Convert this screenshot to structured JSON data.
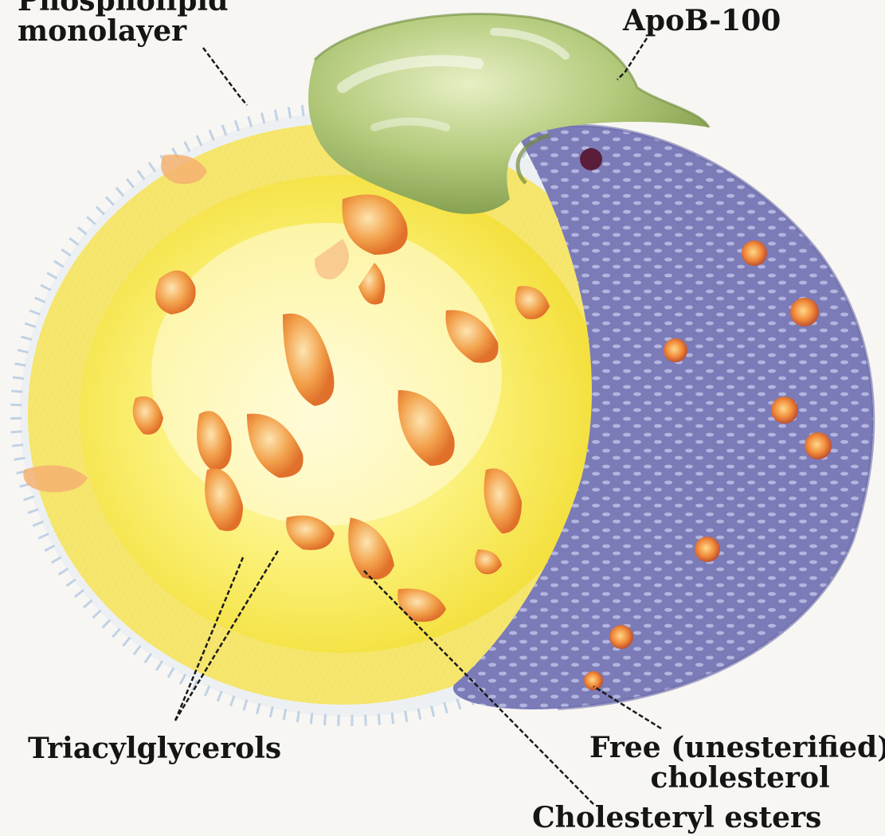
{
  "labels": {
    "phospholipid": {
      "line1": "Phospholipid",
      "line2": "monolayer"
    },
    "apob": "ApoB-100",
    "triacylglycerols": "Triacylglycerols",
    "free_cholesterol": {
      "line1": "Free (unesterified)",
      "line2": "cholesterol"
    },
    "cholesteryl_esters": "Cholesteryl esters"
  },
  "colors": {
    "background": "#f7f6f3",
    "core_yellow": "#f8ee56",
    "surface_blue": "#7d7db8",
    "apob_green": "#a8c06a",
    "cholesterol_orange": "#f09a3e",
    "monolayer_edge": "#bcd0e2"
  }
}
